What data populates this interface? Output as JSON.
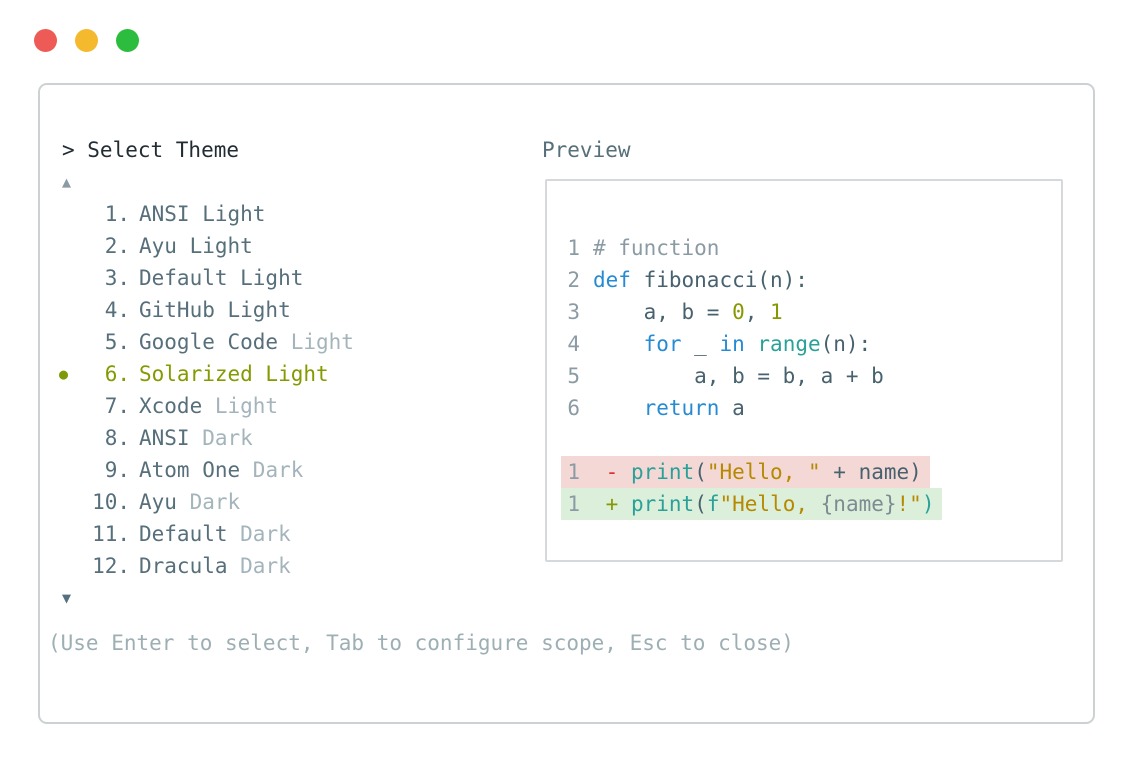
{
  "window": {
    "traffic_lights": [
      {
        "name": "close",
        "color": "#ee5b56"
      },
      {
        "name": "minimize",
        "color": "#f5b92e"
      },
      {
        "name": "zoom",
        "color": "#2cbd3e"
      }
    ]
  },
  "prompt": {
    "text": "> Select Theme"
  },
  "scroll": {
    "up_icon": "▲",
    "down_icon": "▼"
  },
  "themes": [
    {
      "num": "1.",
      "name": "ANSI Light",
      "variant": "",
      "selected": false
    },
    {
      "num": "2.",
      "name": "Ayu Light",
      "variant": "",
      "selected": false
    },
    {
      "num": "3.",
      "name": "Default Light",
      "variant": "",
      "selected": false
    },
    {
      "num": "4.",
      "name": "GitHub Light",
      "variant": "",
      "selected": false
    },
    {
      "num": "5.",
      "name": "Google Code",
      "variant": "Light",
      "selected": false
    },
    {
      "num": "6.",
      "name": "Solarized Light",
      "variant": "",
      "selected": true
    },
    {
      "num": "7.",
      "name": "Xcode",
      "variant": "Light",
      "selected": false
    },
    {
      "num": "8.",
      "name": "ANSI",
      "variant": "Dark",
      "selected": false
    },
    {
      "num": "9.",
      "name": "Atom One",
      "variant": "Dark",
      "selected": false
    },
    {
      "num": "10.",
      "name": "Ayu",
      "variant": "Dark",
      "selected": false
    },
    {
      "num": "11.",
      "name": "Default",
      "variant": "Dark",
      "selected": false
    },
    {
      "num": "12.",
      "name": "Dracula",
      "variant": "Dark",
      "selected": false
    }
  ],
  "selected_bullet": "●",
  "preview": {
    "label": "Preview",
    "lines": [
      {
        "ln": "1",
        "tokens": [
          {
            "t": "# function",
            "c": "comment"
          }
        ]
      },
      {
        "ln": "2",
        "tokens": [
          {
            "t": "def",
            "c": "kw"
          },
          {
            "t": " fibonacci(n):",
            "c": "base"
          }
        ]
      },
      {
        "ln": "3",
        "tokens": [
          {
            "t": "    a, b = ",
            "c": "base"
          },
          {
            "t": "0",
            "c": "lit"
          },
          {
            "t": ", ",
            "c": "base"
          },
          {
            "t": "1",
            "c": "lit"
          }
        ]
      },
      {
        "ln": "4",
        "tokens": [
          {
            "t": "    ",
            "c": "base"
          },
          {
            "t": "for",
            "c": "kw"
          },
          {
            "t": " _ ",
            "c": "base"
          },
          {
            "t": "in",
            "c": "kw"
          },
          {
            "t": " ",
            "c": "base"
          },
          {
            "t": "range",
            "c": "fn"
          },
          {
            "t": "(n):",
            "c": "base"
          }
        ]
      },
      {
        "ln": "5",
        "tokens": [
          {
            "t": "        a, b = b, a + b",
            "c": "base"
          }
        ]
      },
      {
        "ln": "6",
        "tokens": [
          {
            "t": "    ",
            "c": "base"
          },
          {
            "t": "return",
            "c": "kw"
          },
          {
            "t": " a",
            "c": "base"
          }
        ]
      }
    ],
    "diff_lines": [
      {
        "ln": "1",
        "kind": "removed",
        "tokens": [
          {
            "t": " ",
            "c": "base"
          },
          {
            "t": "-",
            "c": "del"
          },
          {
            "t": " ",
            "c": "base"
          },
          {
            "t": "print",
            "c": "fn"
          },
          {
            "t": "(",
            "c": "base"
          },
          {
            "t": "\"Hello, \"",
            "c": "str"
          },
          {
            "t": " + name)",
            "c": "base"
          }
        ]
      },
      {
        "ln": "1",
        "kind": "added",
        "tokens": [
          {
            "t": " ",
            "c": "base"
          },
          {
            "t": "+",
            "c": "add"
          },
          {
            "t": " ",
            "c": "base"
          },
          {
            "t": "print",
            "c": "fn"
          },
          {
            "t": "(",
            "c": "base"
          },
          {
            "t": "f",
            "c": "fn"
          },
          {
            "t": "\"Hello, ",
            "c": "str"
          },
          {
            "t": "{name}",
            "c": "ghost"
          },
          {
            "t": "!\"",
            "c": "str"
          },
          {
            "t": ")",
            "c": "fn"
          }
        ]
      }
    ]
  },
  "footer": {
    "hint": "(Use Enter to select, Tab to configure scope, Esc to close)"
  }
}
